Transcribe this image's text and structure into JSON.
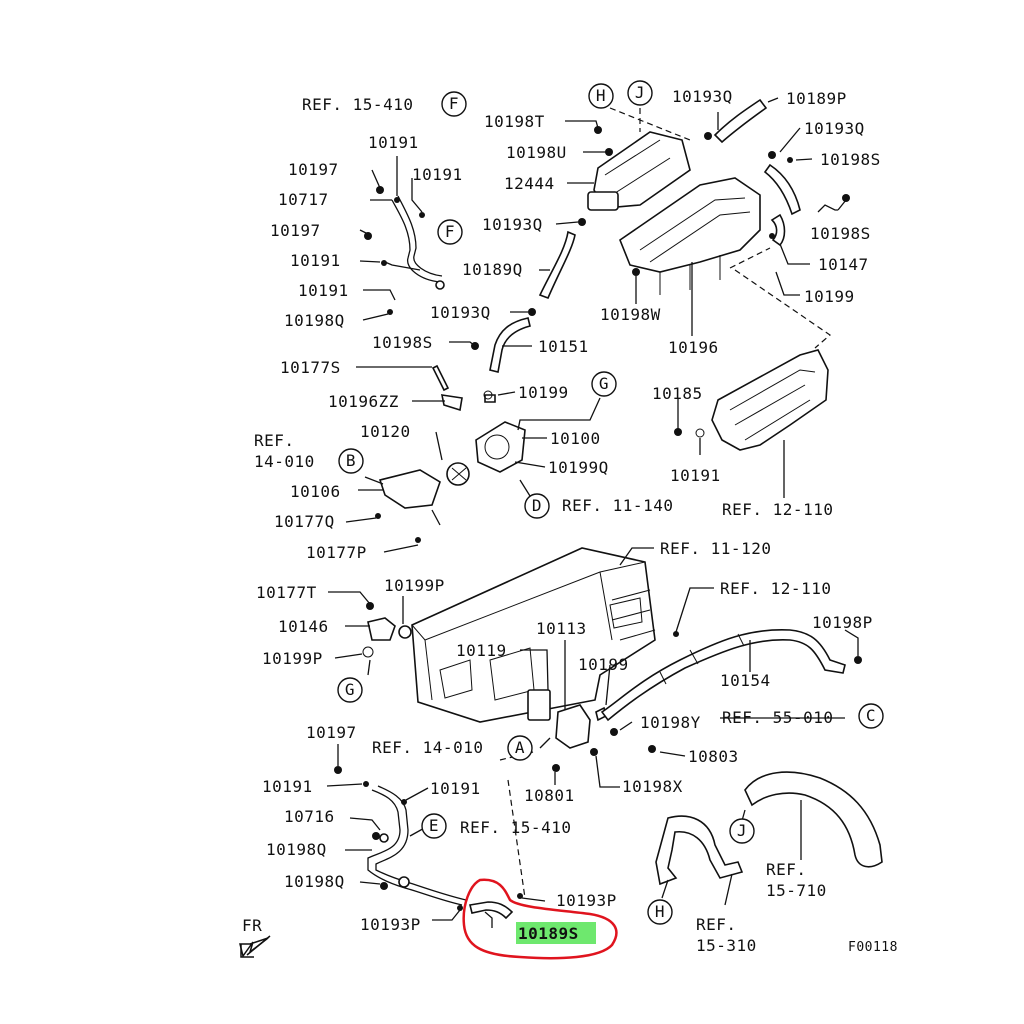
{
  "labels": {
    "ref_15_410_top": "REF. 15-410",
    "p10191a": "10191",
    "p10197a": "10197",
    "p10191b": "10191",
    "p10717": "10717",
    "p10197b": "10197",
    "p10191c": "10191",
    "p10191d": "10191",
    "p10198q_a": "10198Q",
    "p10198t": "10198T",
    "p10198u": "10198U",
    "p12444": "12444",
    "p10193q_a": "10193Q",
    "p10189q": "10189Q",
    "p10193q_b": "10193Q",
    "p10193q_c": "10193Q",
    "p10189p": "10189P",
    "p10193q_d": "10193Q",
    "p10198s_a": "10198S",
    "p10198s_b": "10198S",
    "p10147": "10147",
    "p10199a": "10199",
    "p10198w": "10198W",
    "p10196": "10196",
    "p10198s_c": "10198S",
    "p10151": "10151",
    "p10177s": "10177S",
    "p10196zz": "10196ZZ",
    "p10199b": "10199",
    "p10120": "10120",
    "p10100": "10100",
    "p10199q": "10199Q",
    "ref_14_010_a1": "REF.",
    "ref_14_010_a2": "14-010",
    "p10106": "10106",
    "p10177q": "10177Q",
    "p10177p": "10177P",
    "ref_11_140": "REF. 11-140",
    "p10185": "10185",
    "p10191e": "10191",
    "ref_12_110_a": "REF. 12-110",
    "ref_11_120": "REF. 11-120",
    "p10177t": "10177T",
    "p10199p_a": "10199P",
    "p10146": "10146",
    "p10199p_b": "10199P",
    "p10119": "10119",
    "p10113": "10113",
    "p10199c": "10199",
    "ref_12_110_b": "REF. 12-110",
    "p10198p": "10198P",
    "p10154": "10154",
    "p10198y": "10198Y",
    "ref_55_010": "REF. 55-010",
    "ref_14_010_b": "REF. 14-010",
    "p10803": "10803",
    "p10197c": "10197",
    "p10191f": "10191",
    "p10191g": "10191",
    "p10801": "10801",
    "p10198x": "10198X",
    "p10716": "10716",
    "ref_15_410_b": "REF. 15-410",
    "p10198q_b": "10198Q",
    "p10198q_c": "10198Q",
    "p10193p_a": "10193P",
    "p10193p_b": "10193P",
    "p10189s": "10189S",
    "ref_15_710_1": "REF.",
    "ref_15_710_2": "15-710",
    "ref_15_310_1": "REF.",
    "ref_15_310_2": "15-310",
    "fr": "FR",
    "fig_code": "F00118"
  },
  "callouts": {
    "F1": "F",
    "F2": "F",
    "H1": "H",
    "J1": "J",
    "G1": "G",
    "B1": "B",
    "D1": "D",
    "G2": "G",
    "A1": "A",
    "C1": "C",
    "E1": "E",
    "J2": "J",
    "H2": "H"
  },
  "highlight": {
    "part": "10189S",
    "marker_color": "#6ee86e",
    "circle_color": "#e0141e"
  }
}
